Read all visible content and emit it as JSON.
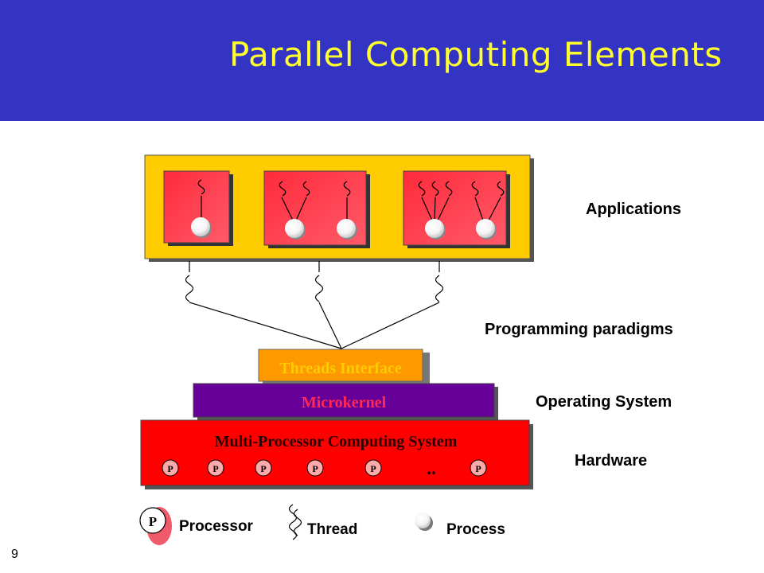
{
  "slide": {
    "title": "Parallel Computing Elements",
    "page_number": "9"
  },
  "layers": {
    "applications": "Applications",
    "programming": "Programming paradigms",
    "os": "Operating System",
    "hardware": "Hardware"
  },
  "boxes": {
    "threads_interface": "Threads Interface",
    "microkernel": "Microkernel",
    "multiprocessor": "Multi-Processor Computing System",
    "processor_letter": "P",
    "ellipsis": ".."
  },
  "legend": {
    "processor_letter": "P",
    "processor": "Processor",
    "thread": "Thread",
    "process": "Process"
  },
  "colors": {
    "header": "#3333c4",
    "title": "#ffff2e",
    "applications_panel": "#ffcc00",
    "app_box": "#ff3344",
    "threads_interface": "#ff9900",
    "microkernel": "#660099",
    "hardware": "#ff0000"
  }
}
